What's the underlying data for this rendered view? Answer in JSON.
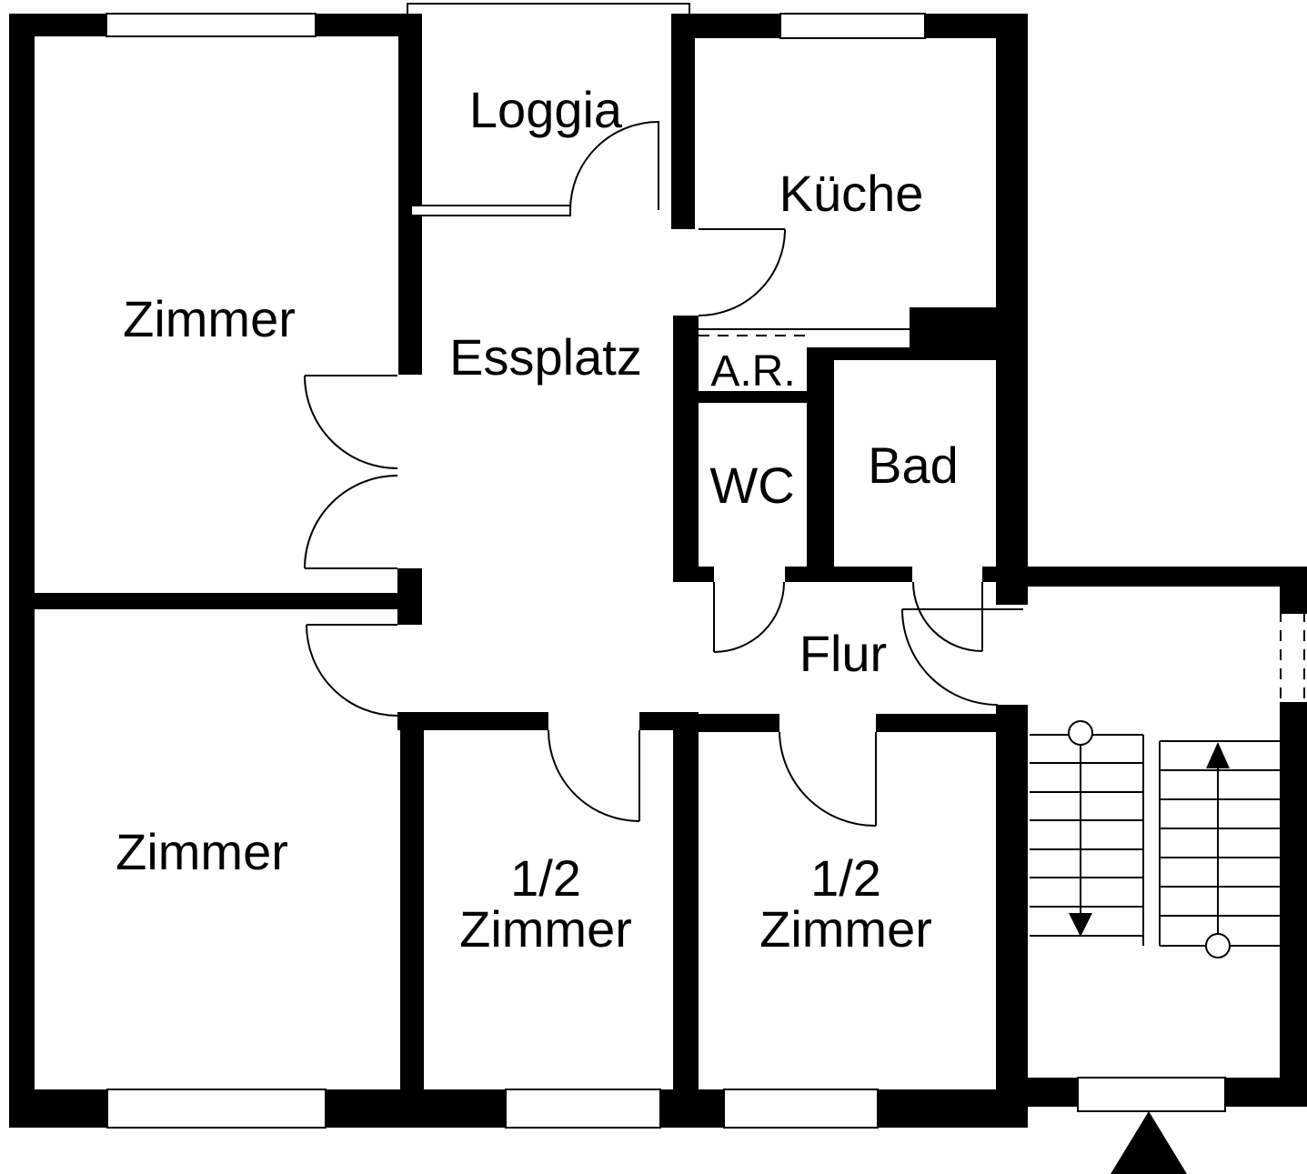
{
  "floorplan": {
    "background_color": "#ffffff",
    "wall_color": "#000000",
    "rooms": {
      "zimmer_top": {
        "label": "Zimmer"
      },
      "loggia": {
        "label": "Loggia"
      },
      "kueche": {
        "label": "Küche"
      },
      "essplatz": {
        "label": "Essplatz"
      },
      "abstellraum": {
        "label": "A.R."
      },
      "wc": {
        "label": "WC"
      },
      "bad": {
        "label": "Bad"
      },
      "flur": {
        "label": "Flur"
      },
      "zimmer_bottom": {
        "label": "Zimmer"
      },
      "half_room_left": {
        "label_line1": "1/2",
        "label_line2": "Zimmer"
      },
      "half_room_right": {
        "label_line1": "1/2",
        "label_line2": "Zimmer"
      }
    },
    "stairs": {
      "up_arrow_icon": "stairs-up-arrow",
      "down_arrow_icon": "stairs-down-arrow",
      "newel_icons": [
        "stair-newel-circle-top",
        "stair-newel-circle-bottom"
      ]
    },
    "entrance_marker_icon": "building-entrance-arrow"
  }
}
